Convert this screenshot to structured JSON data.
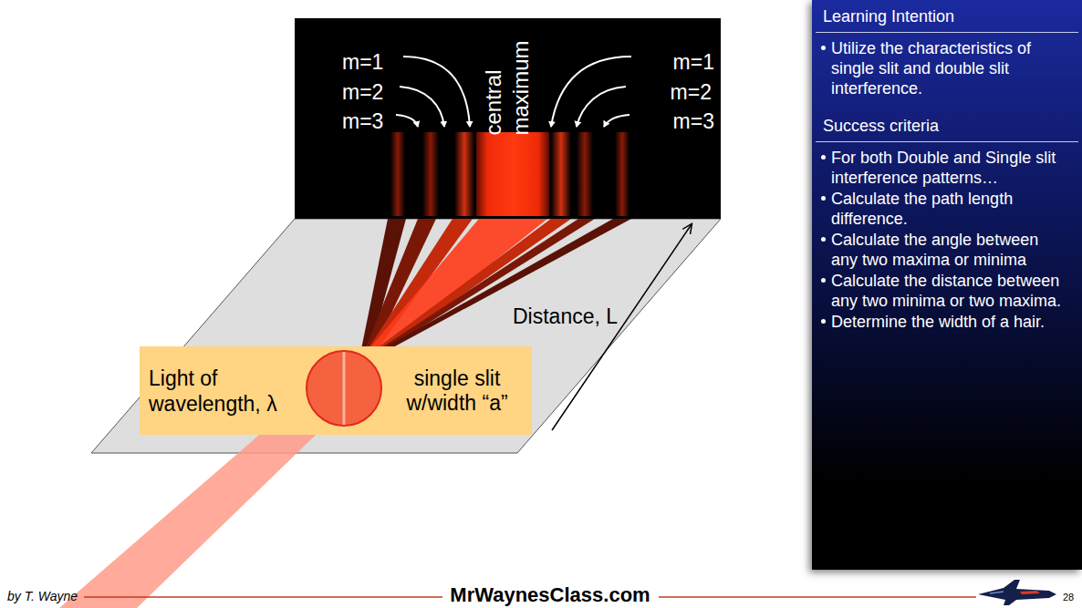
{
  "diagram": {
    "nodes": [
      {
        "text": [
          "m=1",
          "m=2",
          "m=3",
          "central maximum",
          "m=1",
          "m=2",
          "m=3"
        ]
      },
      {
        "text": [
          "Light of wavelength, λ",
          "single slit w/width “a”"
        ]
      },
      {
        "text": [
          "Learning Intention",
          "Utilize the characteristics of single slit and double slit interference."
        ]
      },
      {
        "text": [
          "Success criteria",
          "For both Double and Single slit interference patterns…",
          "Calculate the path length difference.",
          "Calculate the angle between any two maxima or minima",
          "Calculate the distance between any two minima or two maxima.",
          "Determine the width of a hair."
        ]
      }
    ],
    "labels": [
      "Distance, L",
      "by T. Wayne",
      "MrWaynesClass.com",
      "28"
    ]
  }
}
